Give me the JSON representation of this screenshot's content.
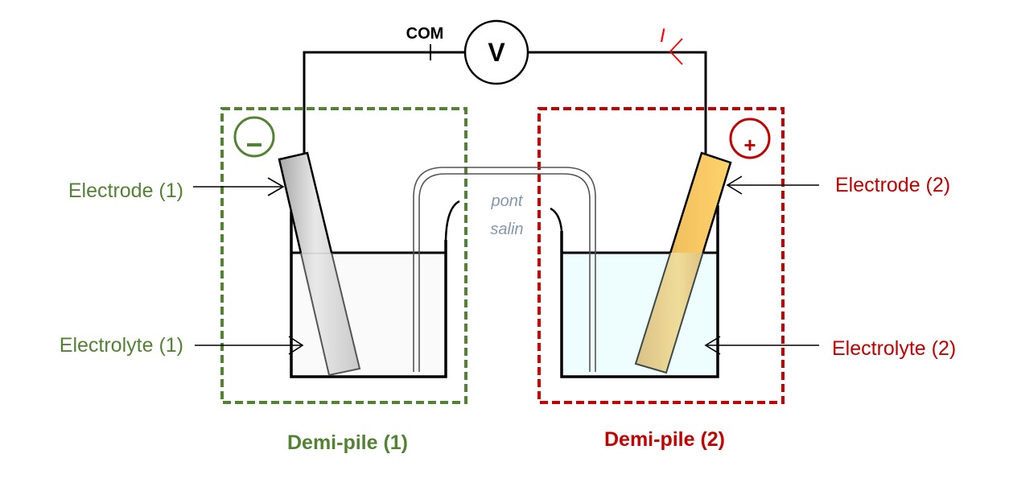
{
  "voltmeter": {
    "symbol": "V",
    "com_label": "COM"
  },
  "current": {
    "label": "I",
    "color": "#ff0000"
  },
  "salt_bridge": {
    "line1": "pont",
    "line2": "salin"
  },
  "half_cell_1": {
    "sign": "–",
    "electrode_label": "Electrode (1)",
    "electrolyte_label": "Electrolyte (1)",
    "title": "Demi-pile (1)",
    "color": "#548235"
  },
  "half_cell_2": {
    "sign": "+",
    "electrode_label": "Electrode (2)",
    "electrolyte_label": "Electrolyte (2)",
    "title": "Demi-pile (2)",
    "color": "#c00000"
  }
}
